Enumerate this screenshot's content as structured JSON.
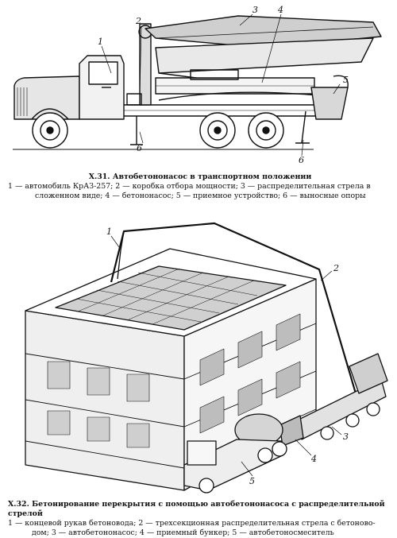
{
  "figure1": {
    "labels": [
      "1",
      "2",
      "3",
      "4",
      "5",
      "6",
      "6"
    ],
    "caption_title": "X.31. Автобетононасос в транспортном положении",
    "caption_line1": "1 — автомобиль КрАЗ-257; 2 — коробка отбора мощности; 3 — распределительная стрела в",
    "caption_line2": "сложенном виде; 4 — бетононасос; 5 — приемное устройство; 6 — выносные опоры"
  },
  "figure2": {
    "labels": [
      "1",
      "2",
      "3",
      "4",
      "5"
    ],
    "caption_title": "X.32. Бетонирование перекрытия с помощью автобетононасоса с распределительной стрелой",
    "caption_line1": "1 — концевой рукав бетоновода; 2 — трехсекционная распределительная стрела с бетоново-",
    "caption_line2": "дом; 3 — автобетононасос; 4 — приемный бункер; 5 — автобетоносмеситель"
  }
}
